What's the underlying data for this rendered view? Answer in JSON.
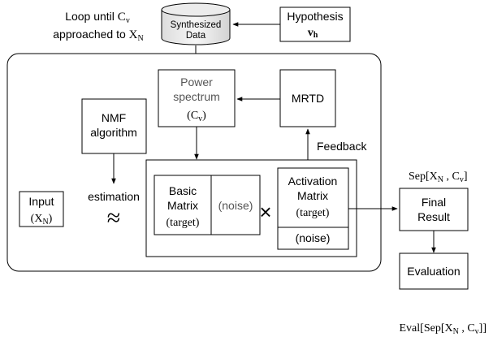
{
  "loop_note": {
    "line1_prefix": "Loop until ",
    "line1_var": "C",
    "line1_var_sub": "v",
    "line2_prefix": "approached to ",
    "line2_var": "X",
    "line2_var_sub": "N"
  },
  "synthesized": {
    "line1": "Synthesized",
    "line2": "Data"
  },
  "hypothesis": {
    "line1": "Hypothesis",
    "var": "v",
    "var_sub": "h"
  },
  "power_spectrum": {
    "line1": "Power",
    "line2": "spectrum",
    "var": "(C",
    "var_sub": "v",
    "var_close": ")"
  },
  "mrtd": {
    "label": "MRTD"
  },
  "nmf": {
    "line1": "NMF",
    "line2": "algorithm"
  },
  "feedback": {
    "label": "Feedback"
  },
  "input": {
    "line1": "Input",
    "var": "(X",
    "var_sub": "N",
    "var_close": ")"
  },
  "estimation": {
    "label": "estimation",
    "symbol": "≈"
  },
  "basic_matrix": {
    "line1": "Basic",
    "line2": "Matrix",
    "line3": "(target)"
  },
  "noise_left": {
    "label": "(noise)"
  },
  "times": {
    "symbol": "×"
  },
  "activation_matrix": {
    "line1": "Activation",
    "line2": "Matrix",
    "line3": "(target)",
    "noise": "(noise)"
  },
  "sep_label": {
    "prefix": "Sep[X",
    "sub1": "N",
    "mid": " , C",
    "sub2": "v",
    "close": "]"
  },
  "final_result": {
    "line1": "Final",
    "line2": "Result"
  },
  "evaluation": {
    "label": "Evaluation"
  },
  "eval_label": {
    "prefix": "Eval[Sep[X",
    "sub1": "N",
    "mid": " , C",
    "sub2": "v",
    "close": "]]"
  },
  "colors": {
    "stroke": "#000000",
    "muted_text": "#555555",
    "text": "#000000"
  }
}
